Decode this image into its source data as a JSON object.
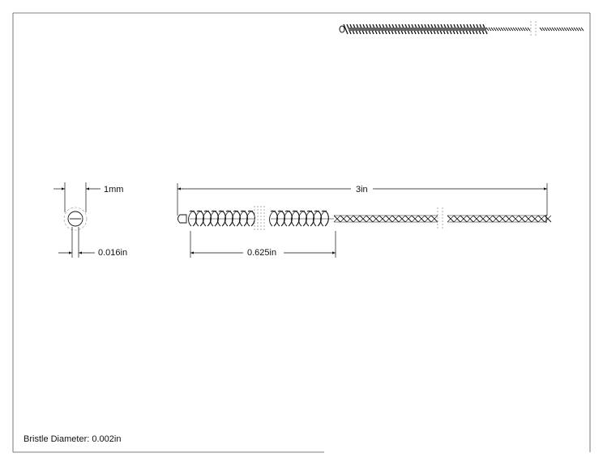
{
  "drawing": {
    "dimensions": {
      "end_diameter": "1mm",
      "stem_diameter": "0.016in",
      "overall_length": "3in",
      "brush_length": "0.625in"
    },
    "notes": {
      "bristle_diameter": "Bristle Diameter: 0.002in"
    },
    "colors": {
      "line": "#111111",
      "border": "#555555",
      "hidden": "#888888"
    }
  }
}
